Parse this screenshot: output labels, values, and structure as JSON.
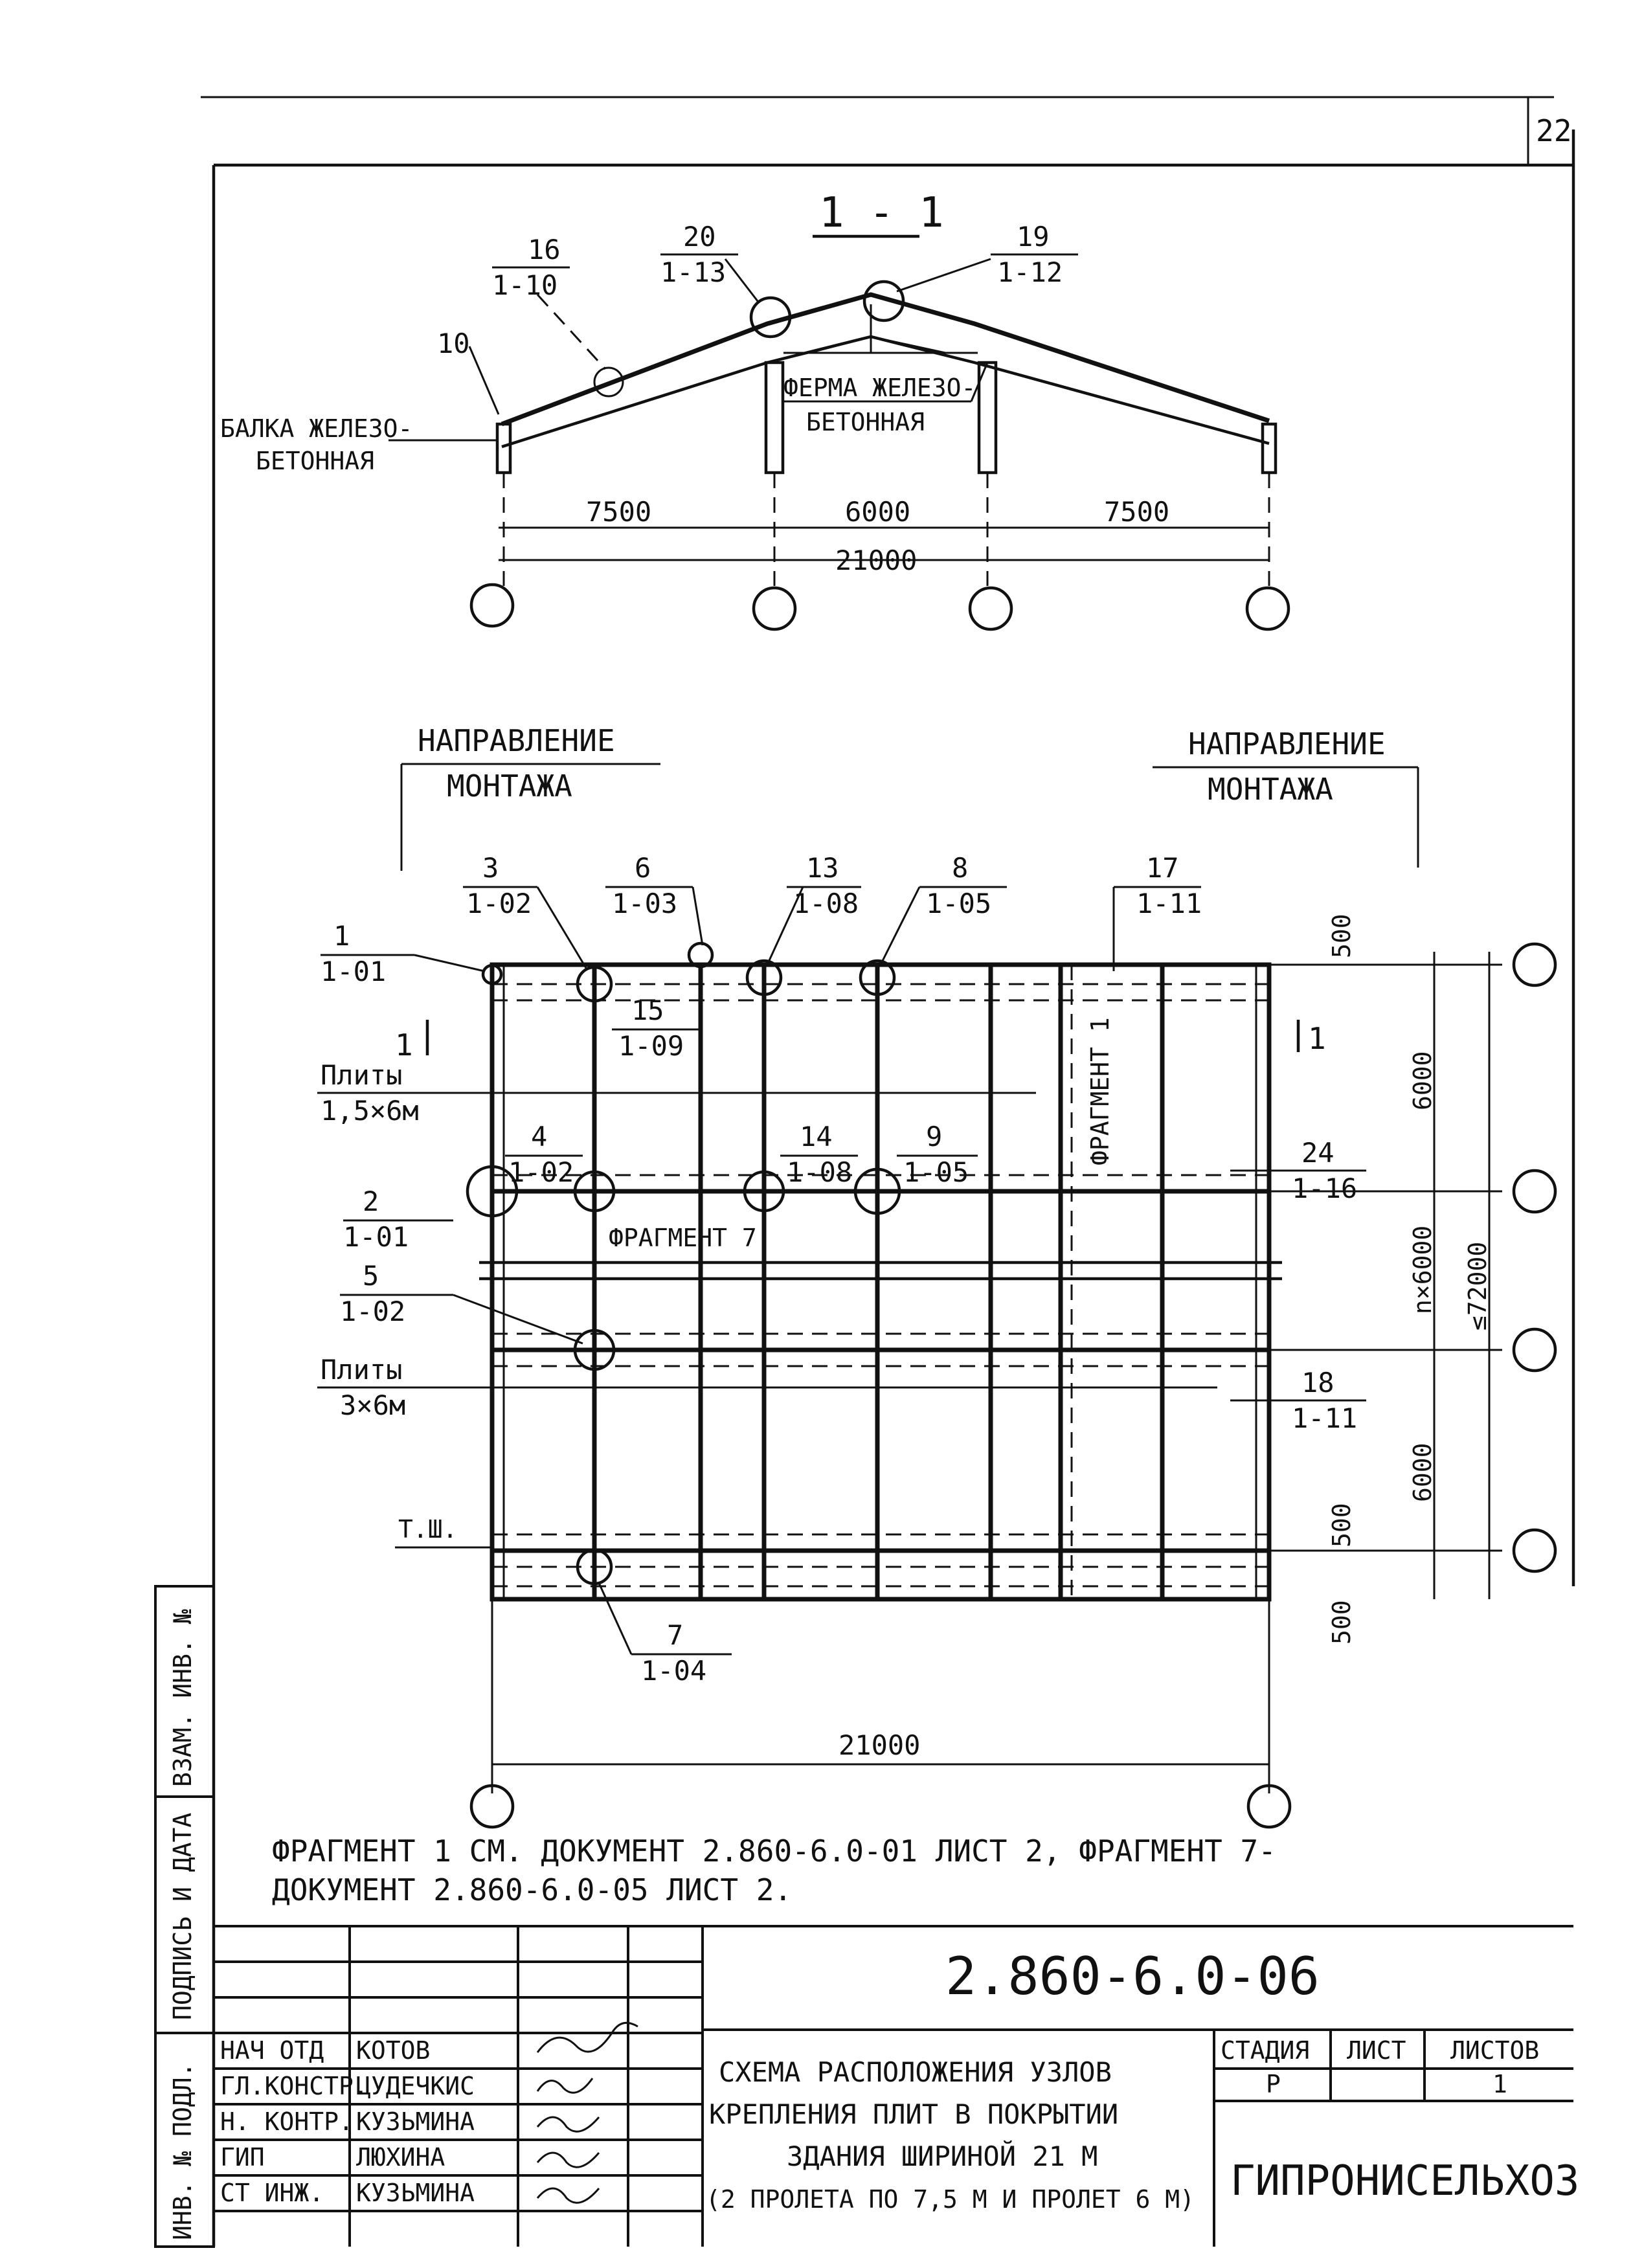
{
  "sheet": {
    "number": "22",
    "section_title": "1 - 1"
  },
  "section": {
    "callouts": [
      {
        "num": "16",
        "sheet": "1-10"
      },
      {
        "num": "20",
        "sheet": "1-13"
      },
      {
        "num": "19",
        "sheet": "1-12"
      },
      {
        "num": "10",
        "sheet": ""
      }
    ],
    "beam_label_1": "БАЛКА ЖЕЛЕЗО-",
    "beam_label_2": "БЕТОННАЯ",
    "truss_label_1": "ФЕРМА ЖЕЛЕЗО-",
    "truss_label_2": "БЕТОННАЯ",
    "spans": [
      "7500",
      "6000",
      "7500"
    ],
    "total": "21000"
  },
  "plan": {
    "direction_left_1": "НАПРАВЛЕНИЕ",
    "direction_left_2": "МОНТАЖА",
    "direction_right_1": "НАПРАВЛЕНИЕ",
    "direction_right_2": "МОНТАЖА",
    "callouts": [
      {
        "num": "3",
        "sheet": "1-02"
      },
      {
        "num": "6",
        "sheet": "1-03"
      },
      {
        "num": "13",
        "sheet": "1-08"
      },
      {
        "num": "8",
        "sheet": "1-05"
      },
      {
        "num": "17",
        "sheet": "1-11"
      },
      {
        "num": "1",
        "sheet": "1-01"
      },
      {
        "num": "15",
        "sheet": "1-09"
      },
      {
        "num": "4",
        "sheet": "1-02"
      },
      {
        "num": "14",
        "sheet": "1-08"
      },
      {
        "num": "9",
        "sheet": "1-05"
      },
      {
        "num": "2",
        "sheet": "1-01"
      },
      {
        "num": "24",
        "sheet": "1-16"
      },
      {
        "num": "5",
        "sheet": "1-02"
      },
      {
        "num": "18",
        "sheet": "1-11"
      },
      {
        "num": "7",
        "sheet": "1-04"
      }
    ],
    "section_mark": "1",
    "section_mark_right": "1",
    "plates_1_a": "Плиты",
    "plates_1_b": "1,5×6м",
    "plates_2_a": "Плиты",
    "plates_2_b": "3×6м",
    "fragment_1": "ФРАГМЕНТ 1",
    "fragment_7": "ФРАГМЕНТ 7",
    "ts_label": "Т.Ш.",
    "dims_right": [
      "500",
      "6000",
      "n×6000",
      "≤72000",
      "6000",
      "500",
      "500"
    ],
    "total": "21000"
  },
  "note": {
    "line1": "ФРАГМЕНТ 1 СМ. ДОКУМЕНТ 2.860-6.0-01 ЛИСТ 2, ФРАГМЕНТ 7-",
    "line2": "ДОКУМЕНТ 2.860-6.0-05 ЛИСТ 2."
  },
  "side_stamp": {
    "cols": [
      "ИНВ. № ПОДЛ.",
      "ПОДПИСЬ И ДАТА",
      "ВЗАМ. ИНВ. №"
    ]
  },
  "title_block": {
    "code": "2.860-6.0-06",
    "roles": [
      {
        "role": "НАЧ ОТД",
        "name": "КОТОВ"
      },
      {
        "role": "ГЛ.КОНСТР.",
        "name": "ЦУДЕЧКИС"
      },
      {
        "role": "Н. КОНТР.",
        "name": "КУЗЬМИНА"
      },
      {
        "role": "ГИП",
        "name": "ЛЮХИНА"
      },
      {
        "role": "СТ ИНЖ.",
        "name": "КУЗЬМИНА"
      }
    ],
    "title_1": "СХЕМА РАСПОЛОЖЕНИЯ УЗЛОВ",
    "title_2": "КРЕПЛЕНИЯ ПЛИТ В ПОКРЫТИИ",
    "title_3": "ЗДАНИЯ ШИРИНОЙ 21 М",
    "title_4": "(2 ПРОЛЕТА ПО 7,5 М И ПРОЛЕТ 6 М)",
    "stage_h": "СТАДИЯ",
    "sheet_h": "ЛИСТ",
    "sheets_h": "ЛИСТОВ",
    "stage": "Р",
    "sheet_val": "",
    "sheets_val": "1",
    "org": "ГИПРОНИСЕЛЬХОЗ"
  }
}
